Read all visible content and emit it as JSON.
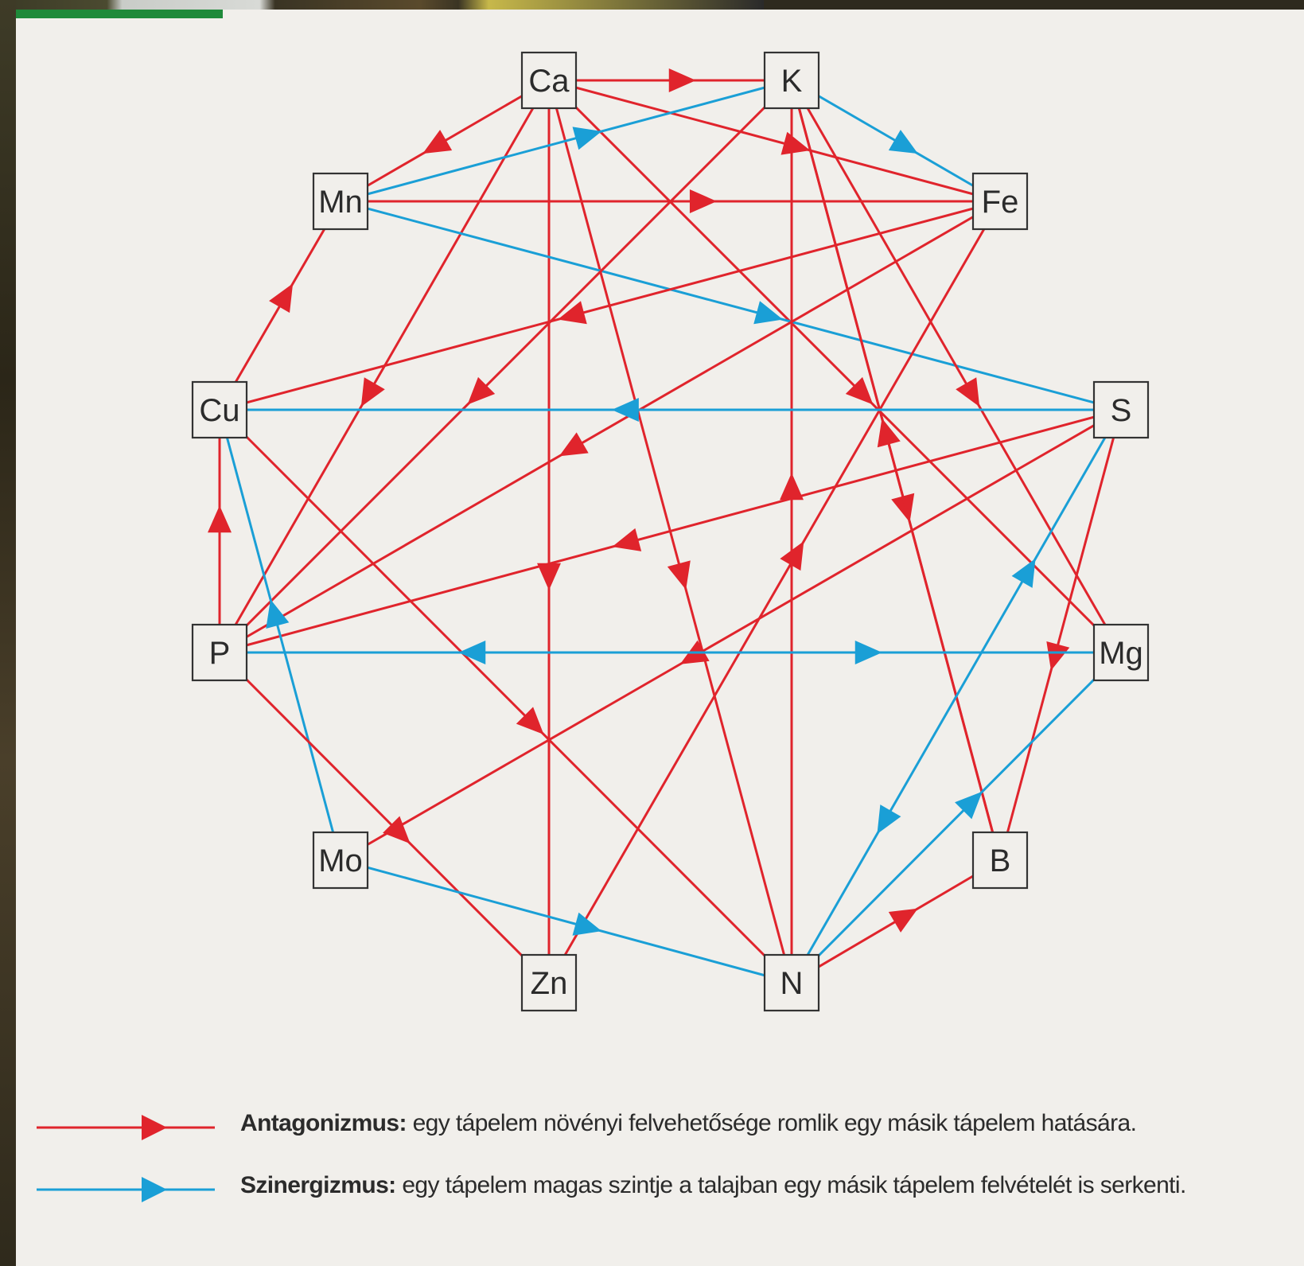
{
  "colors": {
    "antagonism": "#e0242c",
    "synergism": "#1a9fd6"
  },
  "nodes": [
    {
      "id": "Ca",
      "label": "Ca"
    },
    {
      "id": "K",
      "label": "K"
    },
    {
      "id": "Mn",
      "label": "Mn"
    },
    {
      "id": "Fe",
      "label": "Fe"
    },
    {
      "id": "Cu",
      "label": "Cu"
    },
    {
      "id": "S",
      "label": "S"
    },
    {
      "id": "P",
      "label": "P"
    },
    {
      "id": "Mg",
      "label": "Mg"
    },
    {
      "id": "Mo",
      "label": "Mo"
    },
    {
      "id": "B",
      "label": "B"
    },
    {
      "id": "Zn",
      "label": "Zn"
    },
    {
      "id": "N",
      "label": "N"
    }
  ],
  "edges": [
    {
      "from": "Ca",
      "to": "K",
      "type": "antagonism"
    },
    {
      "from": "Ca",
      "to": "Mn",
      "type": "antagonism"
    },
    {
      "from": "Ca",
      "to": "Fe",
      "type": "antagonism"
    },
    {
      "from": "Ca",
      "to": "Zn",
      "type": "antagonism"
    },
    {
      "from": "Ca",
      "to": "P",
      "type": "antagonism"
    },
    {
      "from": "Ca",
      "to": "N",
      "type": "antagonism"
    },
    {
      "from": "Ca",
      "to": "Mg",
      "type": "antagonism"
    },
    {
      "from": "Mn",
      "to": "K",
      "type": "synergism"
    },
    {
      "from": "Mn",
      "to": "Fe",
      "type": "antagonism"
    },
    {
      "from": "Mn",
      "to": "S",
      "type": "synergism"
    },
    {
      "from": "K",
      "to": "Fe",
      "type": "synergism"
    },
    {
      "from": "K",
      "to": "P",
      "type": "antagonism"
    },
    {
      "from": "K",
      "to": "Mg",
      "type": "antagonism"
    },
    {
      "from": "K",
      "to": "B",
      "type": "antagonism"
    },
    {
      "from": "B",
      "to": "K",
      "type": "antagonism"
    },
    {
      "from": "N",
      "to": "K",
      "type": "antagonism"
    },
    {
      "from": "Fe",
      "to": "Cu",
      "type": "antagonism"
    },
    {
      "from": "Fe",
      "to": "P",
      "type": "antagonism"
    },
    {
      "from": "Zn",
      "to": "Fe",
      "type": "antagonism"
    },
    {
      "from": "S",
      "to": "Cu",
      "type": "synergism"
    },
    {
      "from": "S",
      "to": "P",
      "type": "antagonism"
    },
    {
      "from": "S",
      "to": "Mo",
      "type": "antagonism"
    },
    {
      "from": "S",
      "to": "B",
      "type": "antagonism"
    },
    {
      "from": "S",
      "to": "N",
      "type": "synergism",
      "both": true
    },
    {
      "from": "Cu",
      "to": "Mn",
      "type": "antagonism"
    },
    {
      "from": "Cu",
      "to": "N",
      "type": "antagonism"
    },
    {
      "from": "Mo",
      "to": "Cu",
      "type": "synergism"
    },
    {
      "from": "P",
      "to": "Cu",
      "type": "antagonism"
    },
    {
      "from": "P",
      "to": "Mg",
      "type": "synergism",
      "both": true
    },
    {
      "from": "P",
      "to": "Zn",
      "type": "antagonism"
    },
    {
      "from": "Mo",
      "to": "N",
      "type": "synergism"
    },
    {
      "from": "N",
      "to": "Mg",
      "type": "synergism"
    },
    {
      "from": "N",
      "to": "B",
      "type": "antagonism"
    }
  ],
  "legend": [
    {
      "type": "antagonism",
      "term": "Antagonizmus:",
      "text": " egy tápelem növényi felvehetősége romlik egy másik tápelem hatására."
    },
    {
      "type": "synergism",
      "term": "Szinergizmus:",
      "text": " egy tápelem magas szintje a talajban egy másik tápelem felvételét is serkenti."
    }
  ]
}
